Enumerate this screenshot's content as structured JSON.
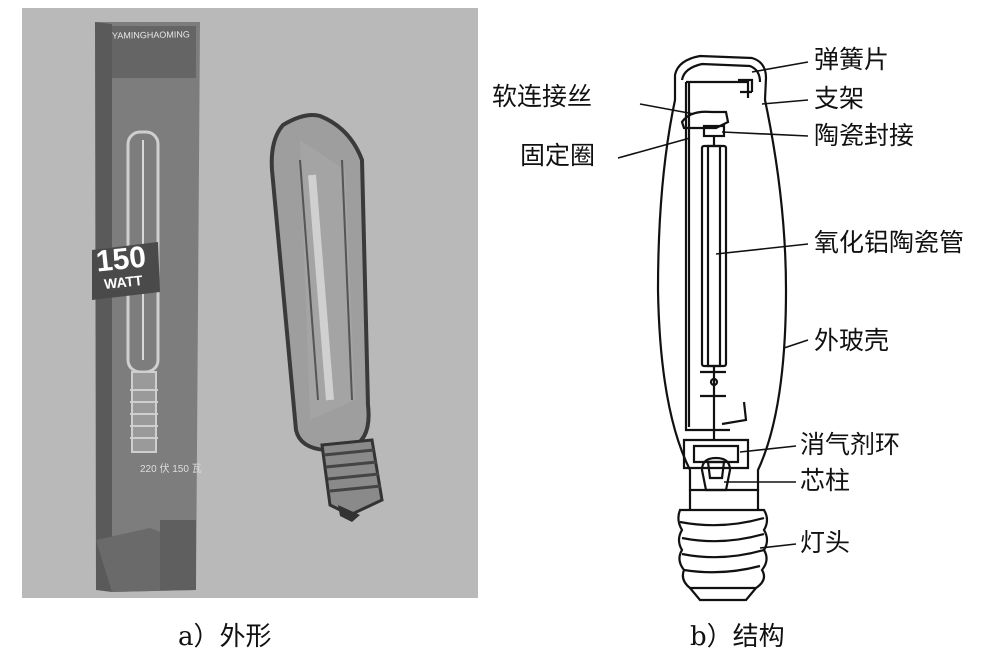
{
  "captions": {
    "left": "a）外形",
    "right": "b）结构"
  },
  "package": {
    "brand": "YAMINGHAOMING",
    "watt_number": "150",
    "watt_unit": "WATT",
    "rating": "220 伏 150 瓦"
  },
  "labels": {
    "spring_plate": "弹簧片",
    "soft_wire": "软连接丝",
    "bracket": "支架",
    "ceramic_seal": "陶瓷封接",
    "fixing_ring": "固定圈",
    "alumina_tube": "氧化铝陶瓷管",
    "outer_shell": "外玻壳",
    "getter_ring": "消气剂环",
    "stem": "芯柱",
    "lamp_cap": "灯头"
  }
}
